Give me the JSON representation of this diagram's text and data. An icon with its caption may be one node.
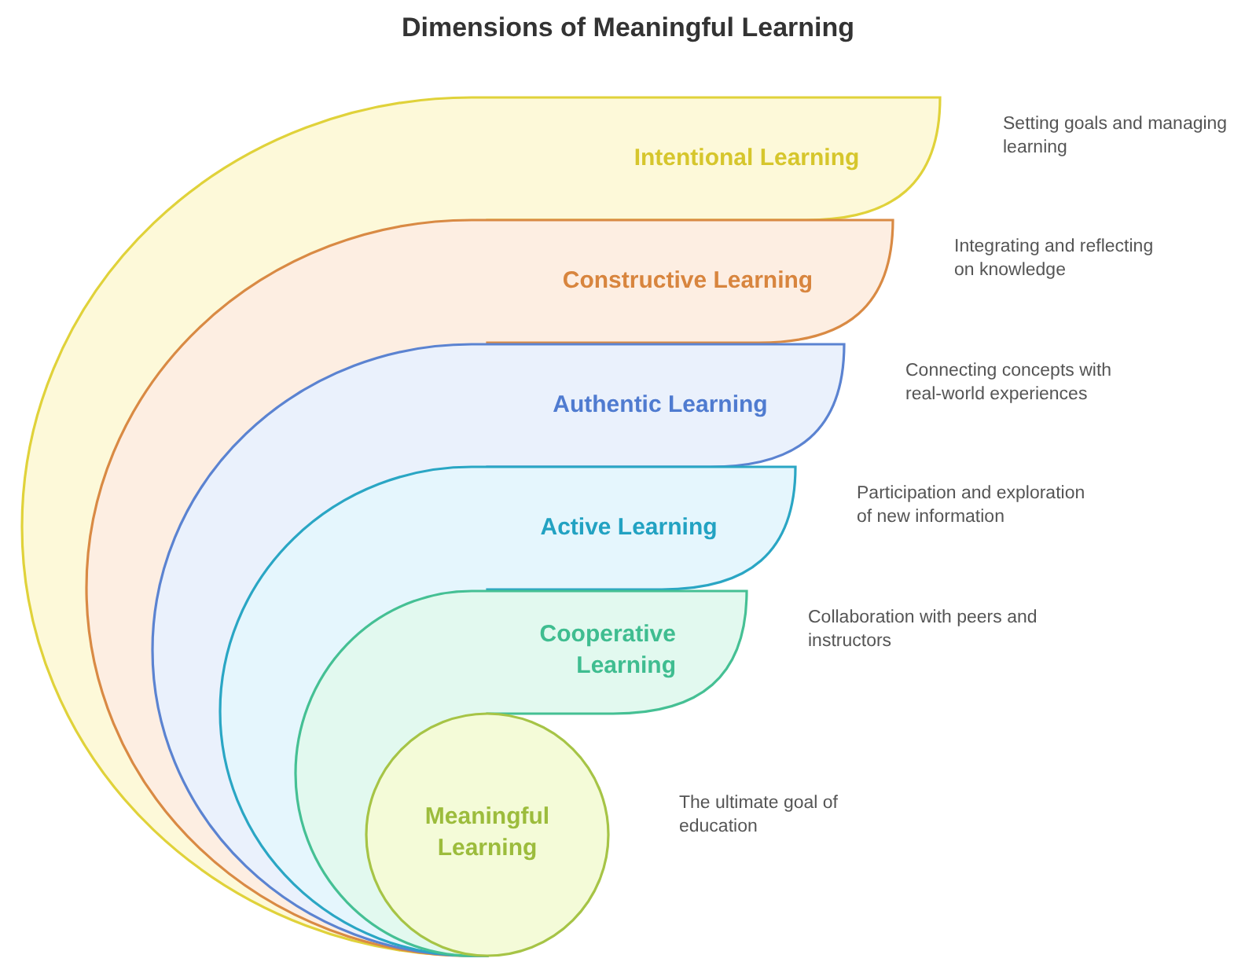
{
  "diagram": {
    "title": "Dimensions of Meaningful Learning",
    "nodes": [
      {
        "text": [
          "Intentional Learning"
        ]
      },
      {
        "text": [
          "Constructive Learning"
        ]
      },
      {
        "text": [
          "Authentic Learning"
        ]
      },
      {
        "text": [
          "Active Learning"
        ]
      },
      {
        "text": [
          "Cooperative Learning"
        ]
      },
      {
        "text": [
          "Meaningful Learning"
        ]
      }
    ],
    "labels": [
      "Setting goals and managing learning",
      "Integrating and reflecting on knowledge",
      "Connecting concepts with real-world experiences",
      "Participation and exploration of new information",
      "Collaboration with peers and instructors",
      "The ultimate goal of education"
    ]
  }
}
